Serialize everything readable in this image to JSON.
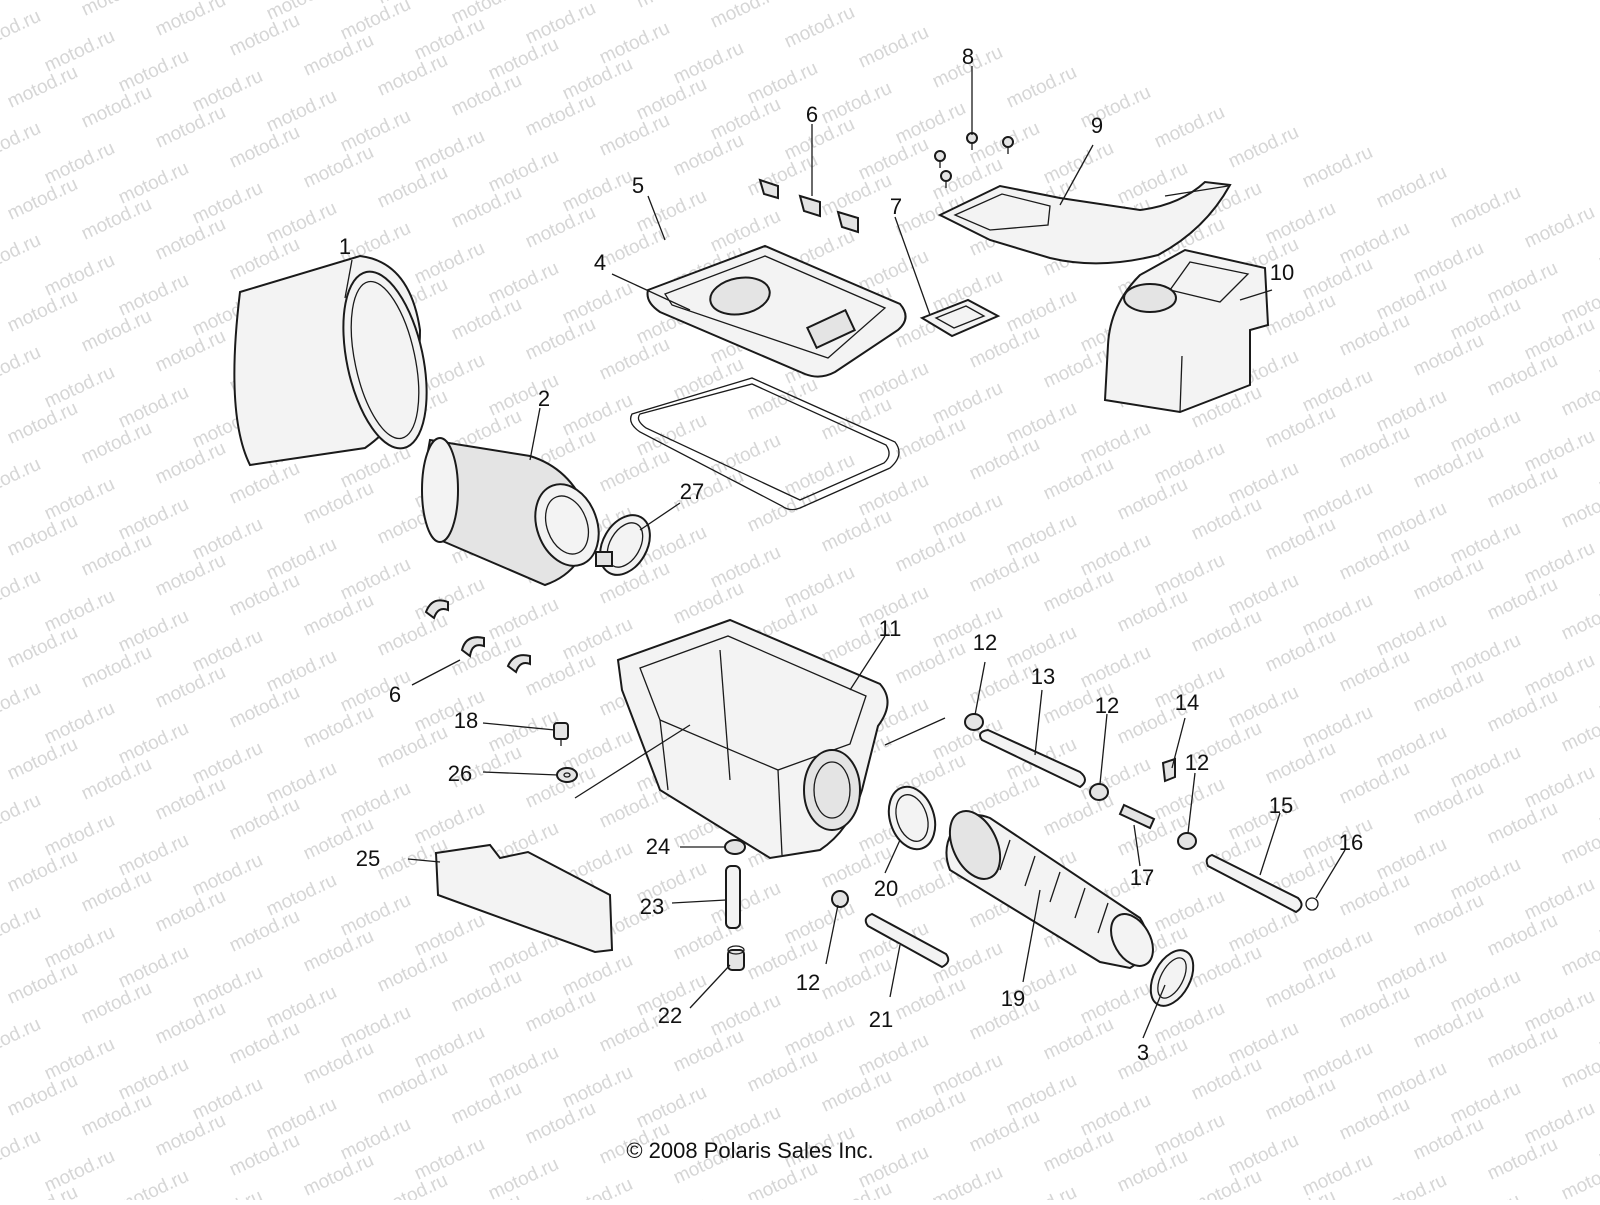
{
  "watermark": "motod.ru",
  "copyright": "© 2008 Polaris Sales Inc.",
  "callouts": [
    "1",
    "2",
    "3",
    "4",
    "5",
    "6",
    "7",
    "8",
    "9",
    "10",
    "11",
    "12",
    "13",
    "14",
    "15",
    "16",
    "17",
    "18",
    "19",
    "20",
    "21",
    "22",
    "23",
    "24",
    "25",
    "26",
    "27"
  ]
}
